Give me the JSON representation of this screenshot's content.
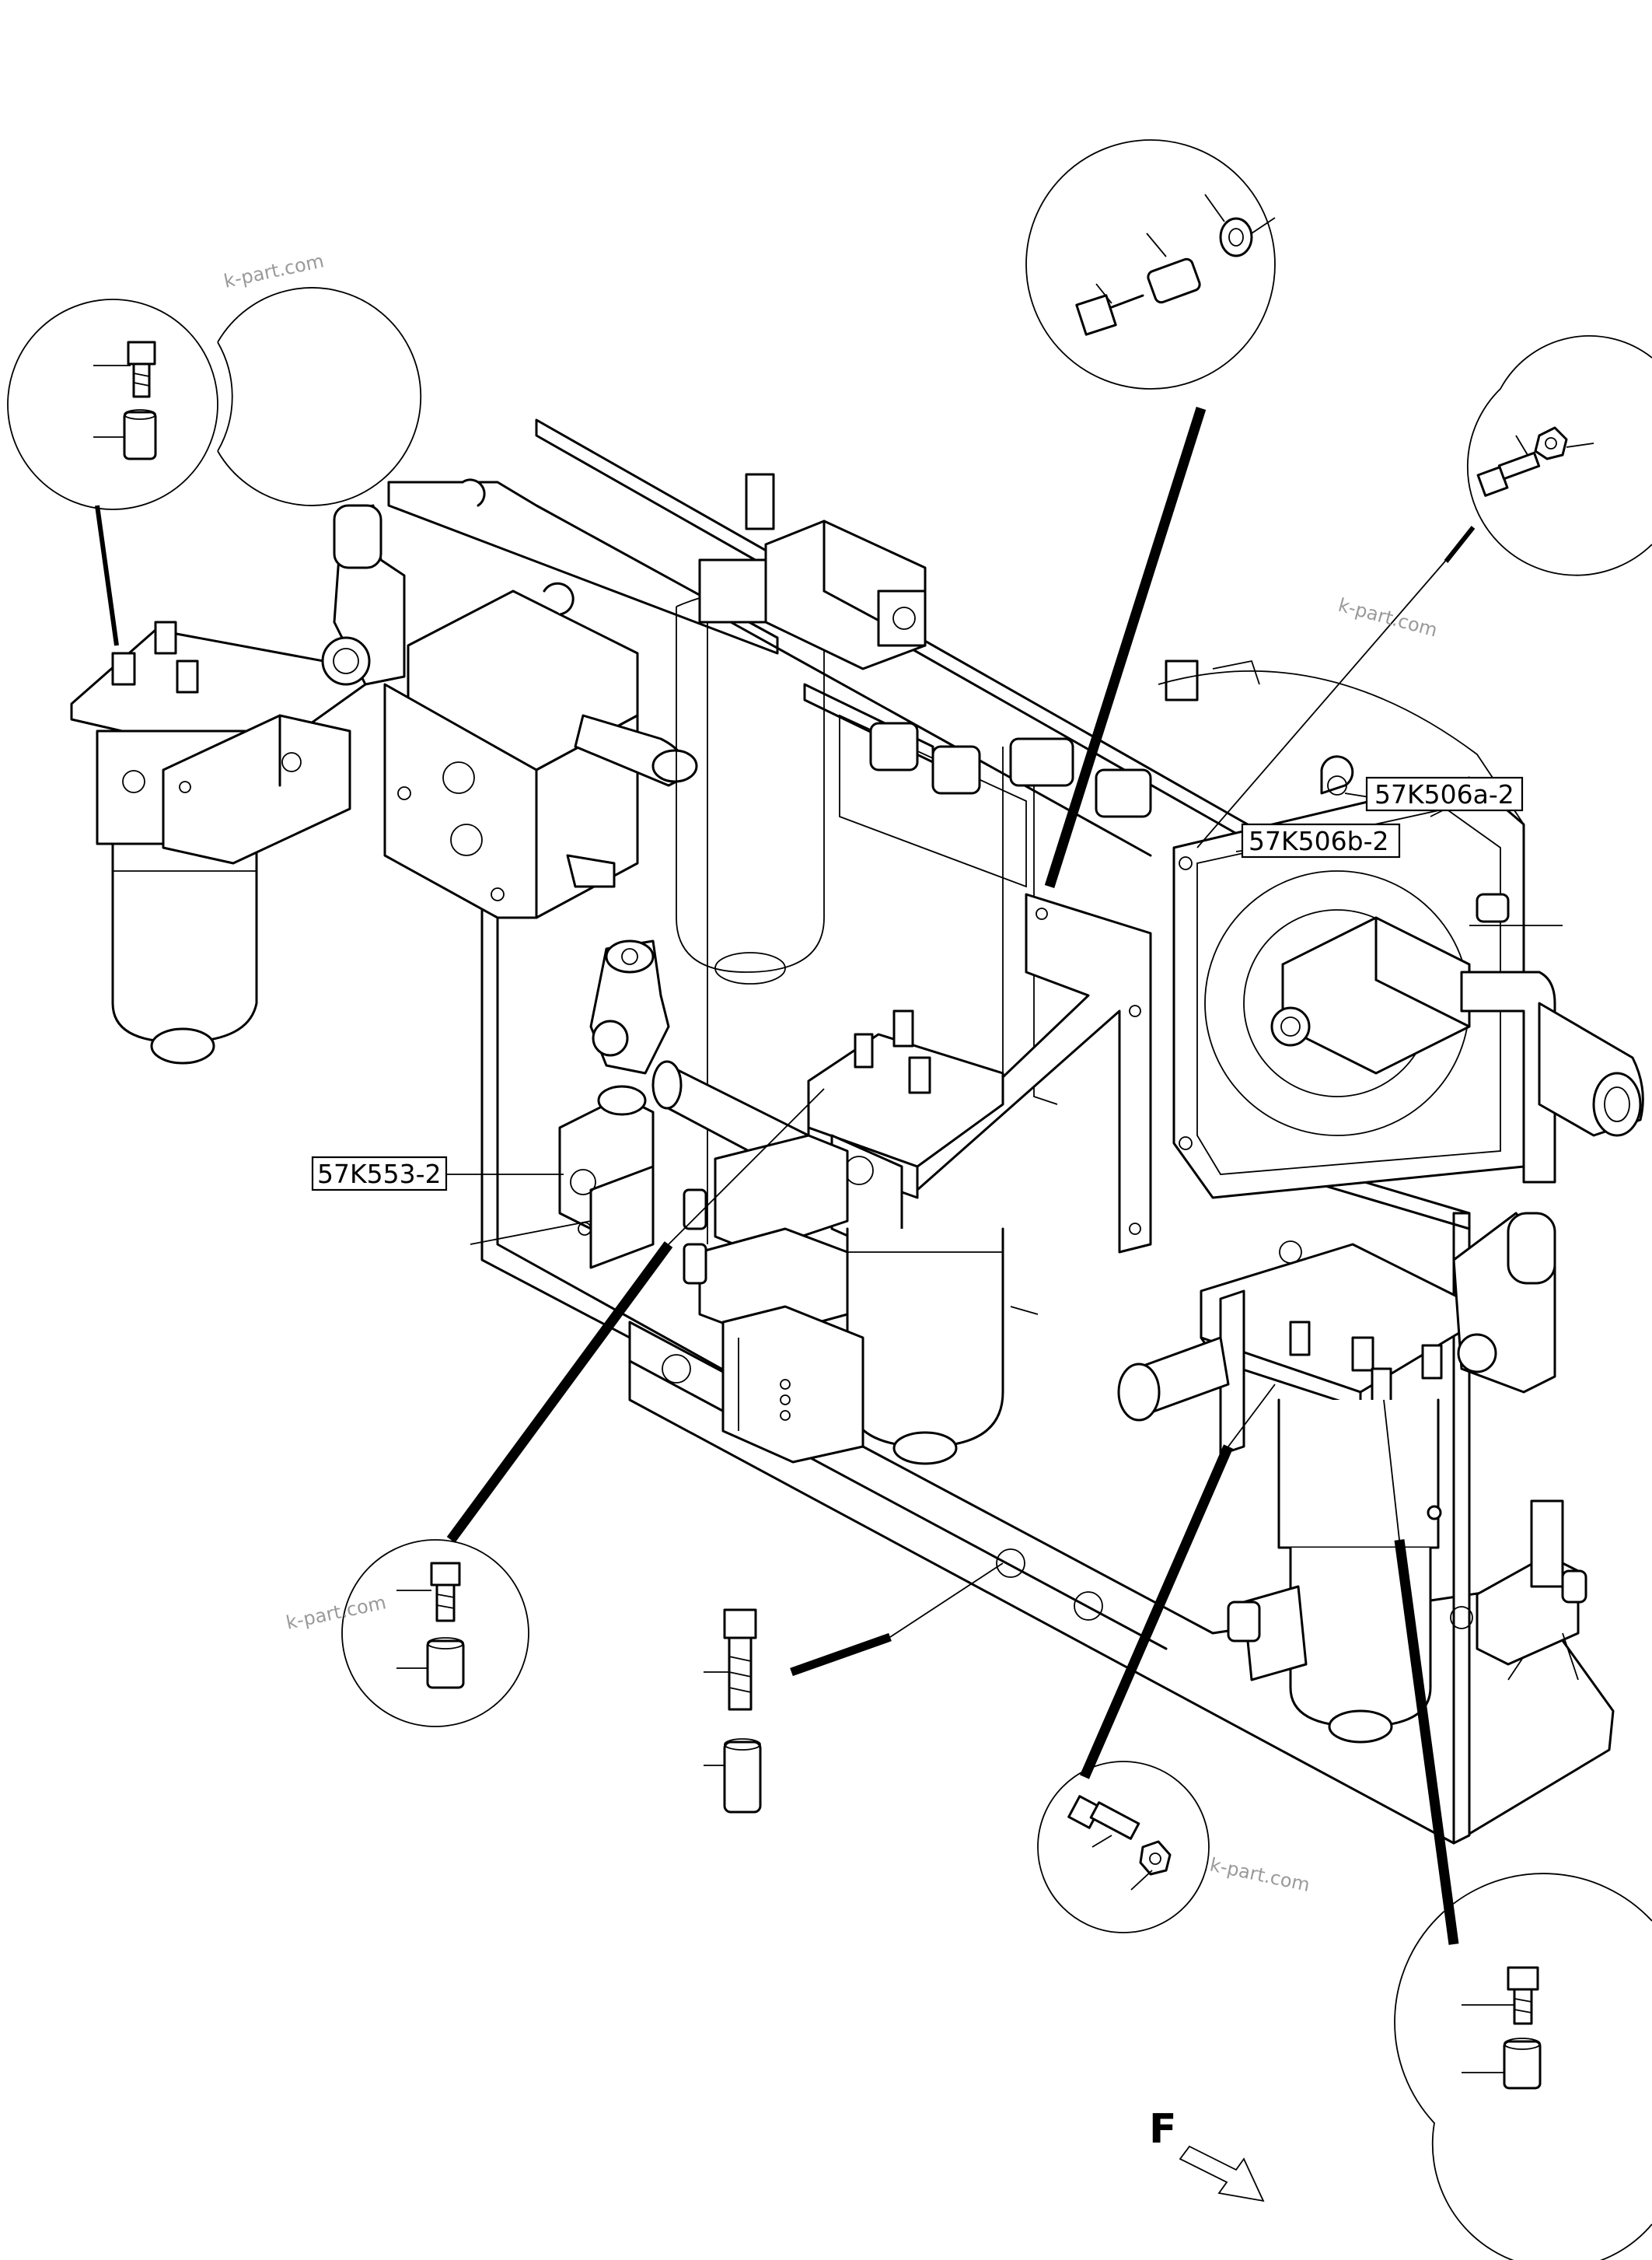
{
  "callouts": {
    "k506a": "57K506a-2",
    "k506b": "57K506b-2",
    "k553": "57K553-2"
  },
  "watermark": "k-part.com",
  "direction_label": "F",
  "colors": {
    "line": "#000000",
    "watermark": "#9a9a9a",
    "background": "#ffffff"
  }
}
